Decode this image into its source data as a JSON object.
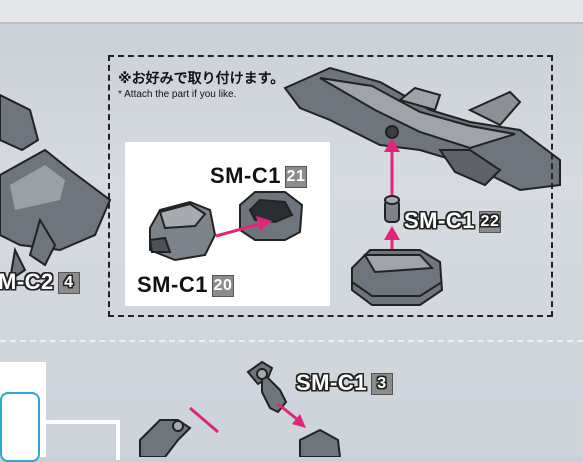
{
  "note": {
    "japanese": "※お好みで取り付けます。",
    "english": "* Attach the part if you like."
  },
  "labels": {
    "sm_c2": {
      "code": "M-C2",
      "number": "4"
    },
    "sm_c1_21": {
      "code": "SM-C1",
      "number": "21"
    },
    "sm_c1_20": {
      "code": "SM-C1",
      "number": "20"
    },
    "sm_c1_22": {
      "code": "SM-C1",
      "number": "22"
    },
    "sm_c1_3": {
      "code": "SM-C1",
      "number": "3"
    }
  },
  "colors": {
    "arrow": "#e0267a",
    "frame": "#2fa7d6",
    "part_grey": "#6f757c"
  }
}
